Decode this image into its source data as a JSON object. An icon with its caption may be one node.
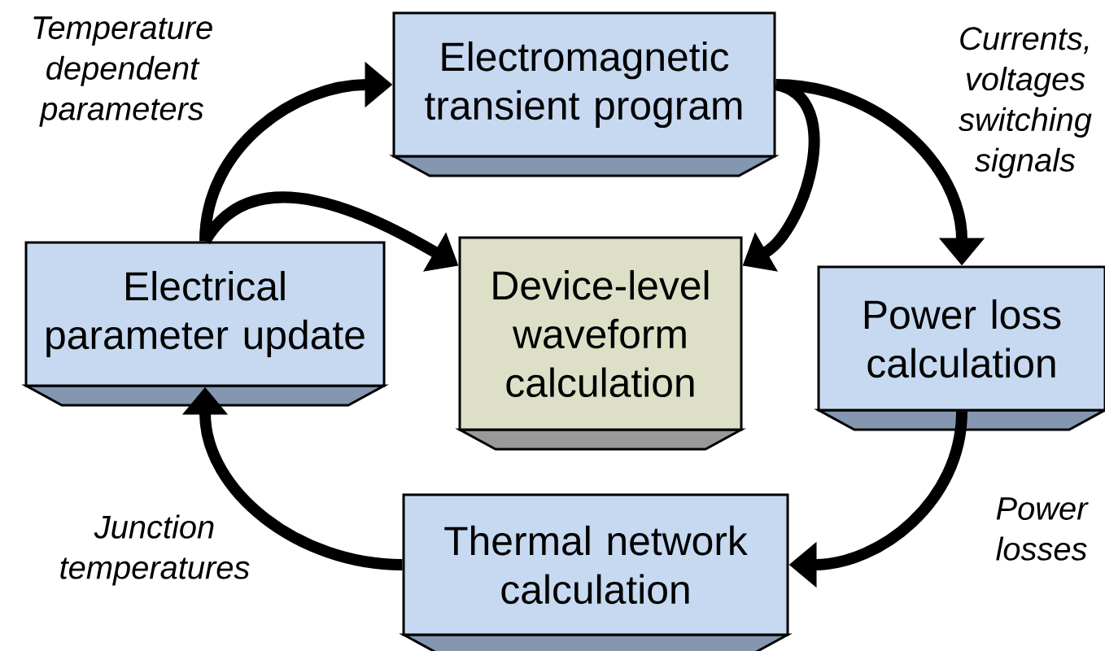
{
  "diagram": {
    "nodes": [
      {
        "text": [
          "Electromagnetic transient program"
        ]
      },
      {
        "text": [
          "Electrical parameter update"
        ]
      },
      {
        "text": [
          "Device-level waveform calculation"
        ]
      },
      {
        "text": [
          "Power loss calculation"
        ]
      },
      {
        "text": [
          "Thermal network calculation"
        ]
      }
    ],
    "edges": [
      {
        "from": 1,
        "to": 0,
        "arrow": "to",
        "label": "Temperature dependent parameters"
      },
      {
        "from": 1,
        "to": 2,
        "arrow": "to"
      },
      {
        "from": 0,
        "to": 3,
        "arrow": "to",
        "label": "Currents, voltages switching signals"
      },
      {
        "from": 0,
        "to": 2,
        "arrow": "to"
      },
      {
        "from": 3,
        "to": 4,
        "arrow": "to",
        "label": "Power losses"
      },
      {
        "from": 4,
        "to": 1,
        "arrow": "to",
        "label": "Junction temperatures"
      }
    ]
  }
}
